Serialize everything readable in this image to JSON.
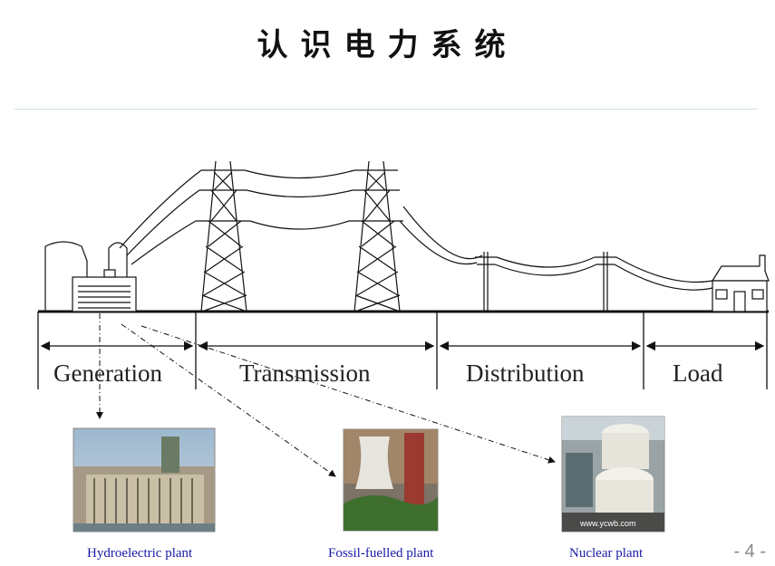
{
  "title": "认识电力系统",
  "segments": {
    "generation": "Generation",
    "transmission": "Transmission",
    "distribution": "Distribution",
    "load": "Load"
  },
  "captions": {
    "hydro": "Hydroelectric plant",
    "fossil": "Fossil-fuelled  plant",
    "nuclear": "Nuclear plant"
  },
  "watermark": "www.ycwb.com",
  "page_number": "- 4 -"
}
